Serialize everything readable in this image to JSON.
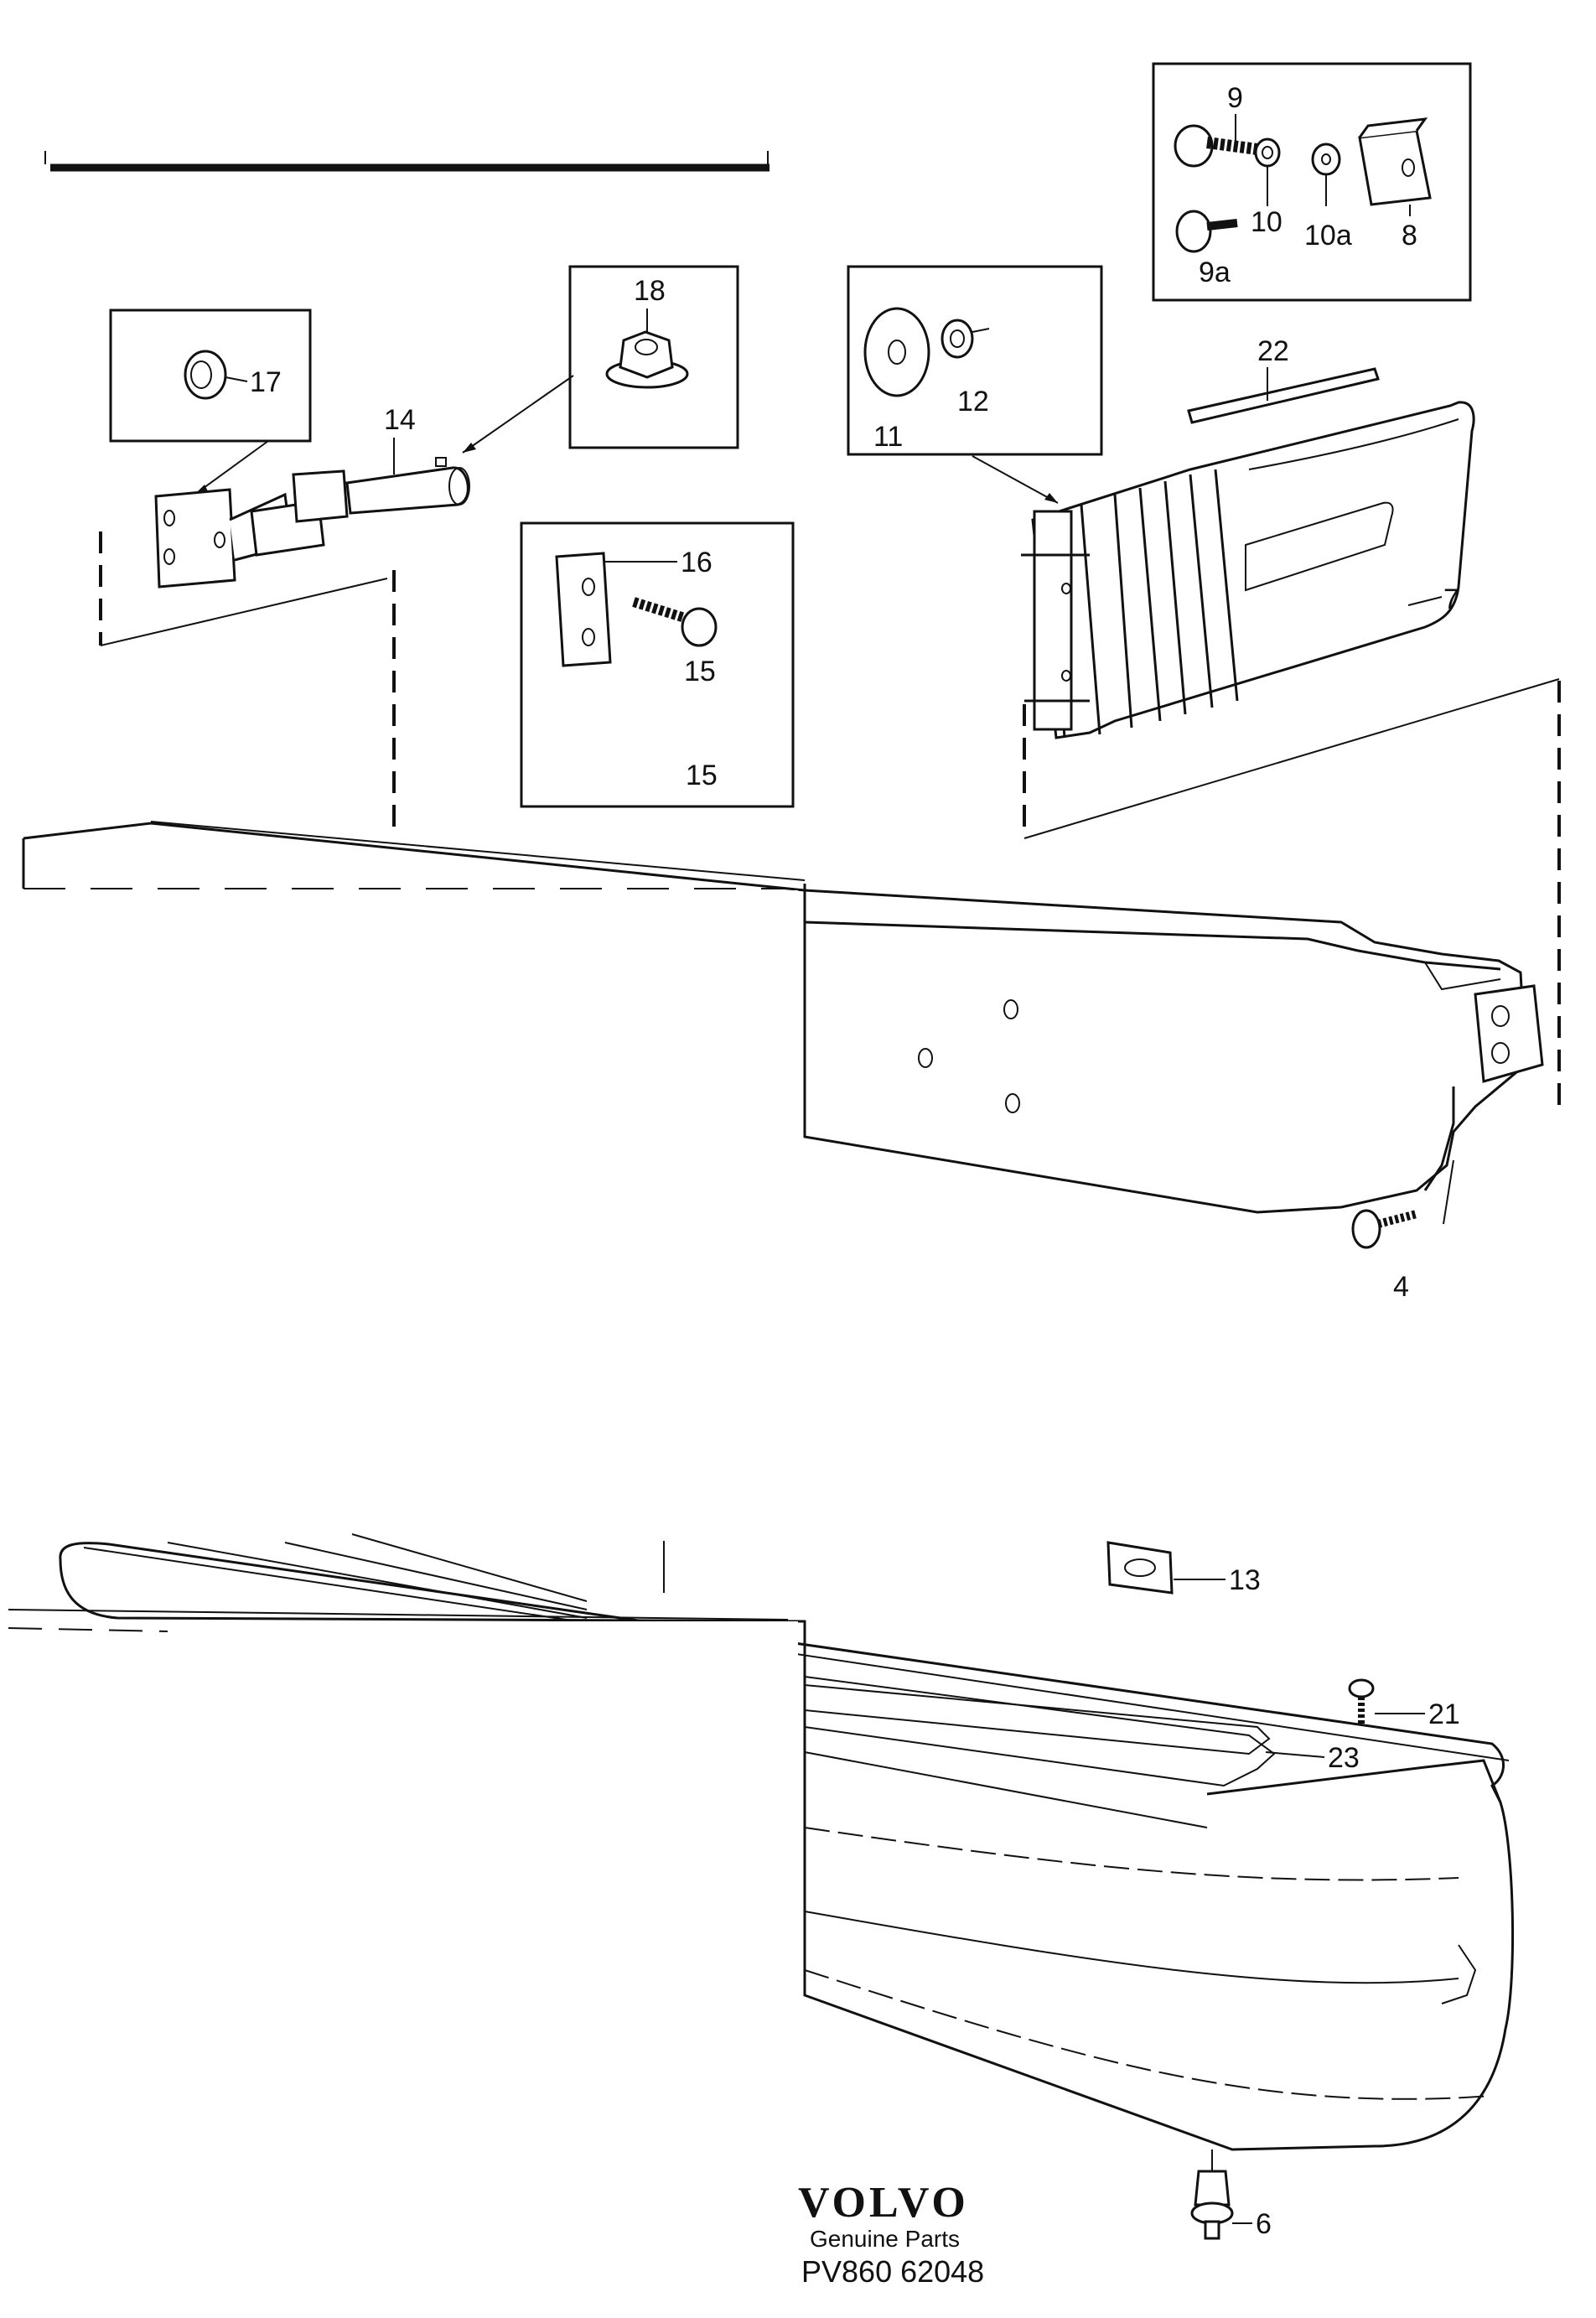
{
  "title": "",
  "callouts": {
    "c4": "4",
    "c6": "6",
    "c7": "7",
    "c8": "8",
    "c9": "9",
    "c9a": "9a",
    "c10": "10",
    "c10a": "10a",
    "c11": "11",
    "c12": "12",
    "c13": "13",
    "c14": "14",
    "c15": "15",
    "c15b": "15",
    "c16": "16",
    "c17": "17",
    "c18": "18",
    "c21": "21",
    "c22": "22",
    "c23": "23"
  },
  "brand": {
    "logo": "VOLVO",
    "tagline": "Genuine Parts",
    "part_number": "PV860 62048"
  }
}
